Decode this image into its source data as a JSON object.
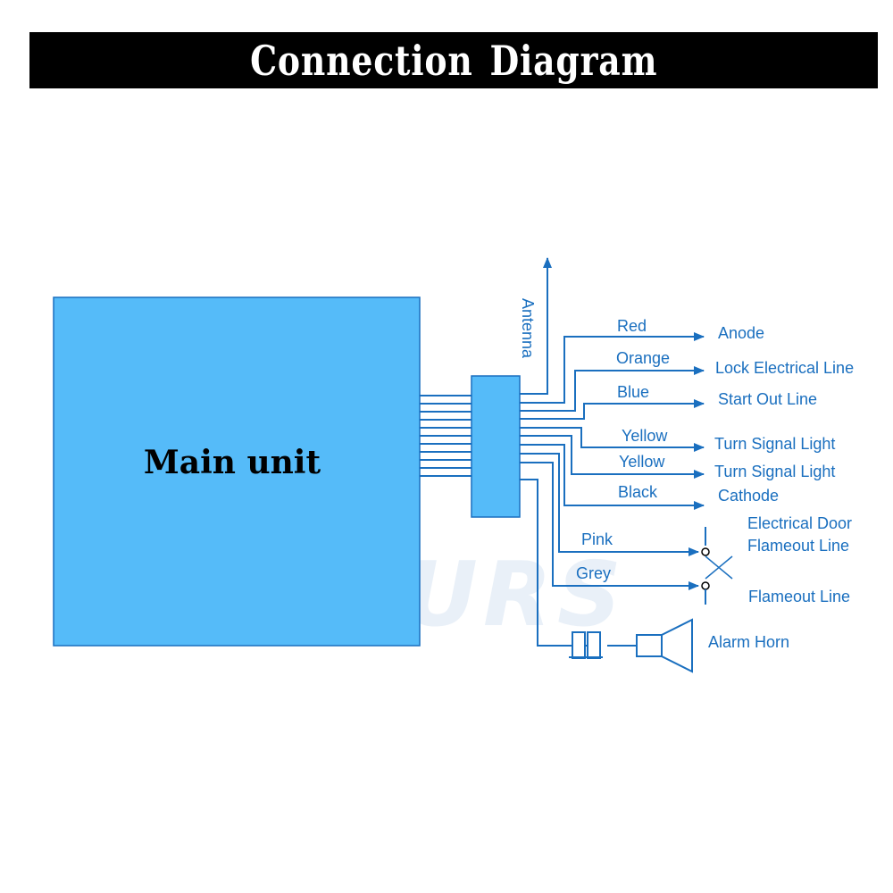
{
  "title": "Connection Diagram",
  "watermark": "OUMURS",
  "main_unit_label": "Main unit",
  "antenna_label": "Antenna",
  "wires": [
    {
      "color_name": "Red",
      "target": "Anode"
    },
    {
      "color_name": "Orange",
      "target": "Lock Electrical Line"
    },
    {
      "color_name": "Blue",
      "target": "Start Out Line"
    },
    {
      "color_name": "Yellow",
      "target": "Turn Signal Light"
    },
    {
      "color_name": "Yellow",
      "target": "Turn Signal Light"
    },
    {
      "color_name": "Black",
      "target": "Cathode"
    },
    {
      "color_name": "Pink",
      "target_line1": "Electrical Door",
      "target_line2": "Flameout Line"
    },
    {
      "color_name": "Grey",
      "target": "Flameout Line"
    }
  ],
  "alarm_horn_label": "Alarm Horn",
  "colors": {
    "line": "#1a6fbf",
    "box_fill": "#55bbf9",
    "banner": "#000000"
  }
}
